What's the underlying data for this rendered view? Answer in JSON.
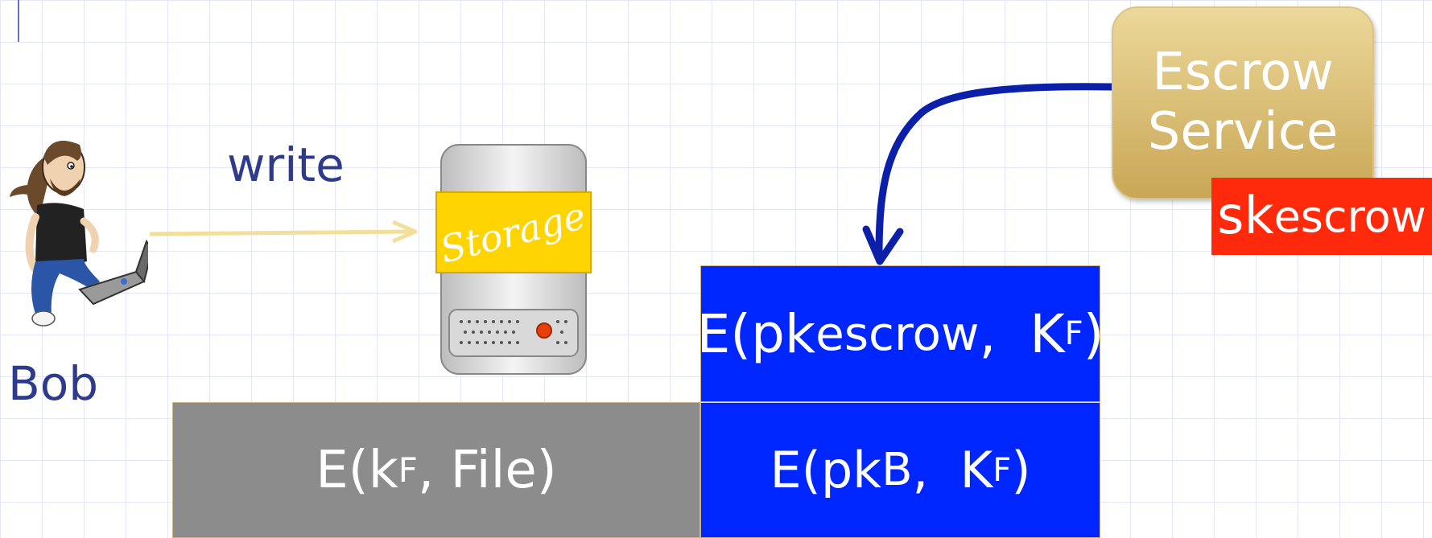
{
  "actors": {
    "bob": {
      "label": "Bob",
      "icon": "person-with-laptop-icon"
    },
    "storage": {
      "label": "Storage",
      "icon": "hard-drive-icon"
    }
  },
  "arrows": {
    "write": {
      "label": "write",
      "color": "#f2df9b"
    },
    "escrow_to_storage": {
      "color": "#0b1fa8"
    }
  },
  "escrow": {
    "line1": "Escrow",
    "line2": "Service",
    "secret_key": {
      "base": "sk",
      "sub": "escrow",
      "color": "#ff2a0b"
    }
  },
  "file_blocks": {
    "ciphertext": {
      "prefix": "E(k",
      "sub": "F",
      "suffix": ", File)",
      "color": "#8c8c8c"
    },
    "escrow_key": {
      "prefix": "E(pk",
      "sub": "escrow",
      "middle": ",  K",
      "sub2": "F",
      "suffix": ")",
      "color": "#0026ff"
    },
    "bob_key": {
      "prefix": "E(pk",
      "sub": "B",
      "middle": ",  K",
      "sub2": "F",
      "suffix": ")",
      "color": "#0026ff"
    }
  }
}
